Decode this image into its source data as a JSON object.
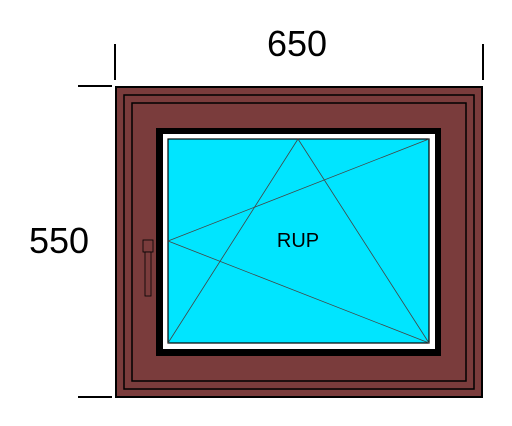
{
  "dimensions": {
    "width": "650",
    "height": "550"
  },
  "sash": {
    "label": "RUP",
    "opening": "tilt-and-turn"
  },
  "colors": {
    "frame": "#7a3c3c",
    "frame_outline": "#000000",
    "glass": "#00e5ff",
    "gasket": "#ffffff",
    "background": "#ffffff"
  }
}
